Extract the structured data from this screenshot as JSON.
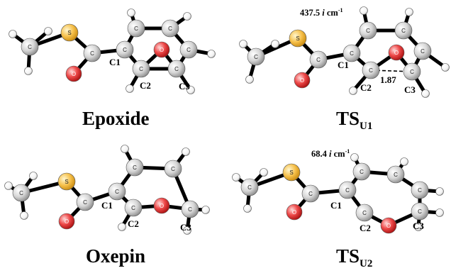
{
  "panels": [
    {
      "title": "Epoxide",
      "frequency": null
    },
    {
      "title_main": "TS",
      "title_sub": "U1",
      "frequency": {
        "value": "437.5",
        "imag": "i",
        "unit": "cm",
        "exp": "-1"
      },
      "distance": "1.87"
    },
    {
      "title": "Oxepin",
      "frequency": null
    },
    {
      "title_main": "TS",
      "title_sub": "U2",
      "frequency": {
        "value": "68.4",
        "imag": "i",
        "unit": "cm",
        "exp": "-1"
      }
    }
  ],
  "labels": {
    "c1": "C1",
    "c2": "C2",
    "c3": "C3"
  },
  "atom_letters": {
    "carbon": "C",
    "oxygen": "O",
    "sulfur": "S"
  },
  "colors": {
    "carbon": "#d0d0d0",
    "oxygen": "#e23a3a",
    "sulfur": "#f2b134",
    "hydrogen": "#ffffff",
    "bond": "#000000"
  }
}
